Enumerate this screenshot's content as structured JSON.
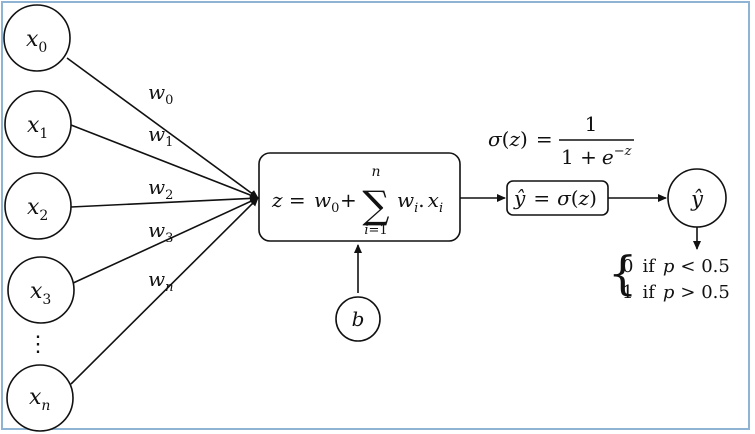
{
  "inputs": [
    {
      "base": "x",
      "sub": "0"
    },
    {
      "base": "x",
      "sub": "1"
    },
    {
      "base": "x",
      "sub": "2"
    },
    {
      "base": "x",
      "sub": "3"
    },
    {
      "base": "x",
      "sub": "n"
    }
  ],
  "ellipsis": "⋮",
  "weights": [
    {
      "base": "w",
      "sub": "0"
    },
    {
      "base": "w",
      "sub": "1"
    },
    {
      "base": "w",
      "sub": "2"
    },
    {
      "base": "w",
      "sub": "3"
    },
    {
      "base": "w",
      "sub": "n"
    }
  ],
  "sum_box": {
    "lhs": "z =",
    "w0": "w",
    "w0_sub": "0",
    "plus": "+",
    "sigma": "∑",
    "upper": "n",
    "lower_i": "i",
    "lower_eq": "=1",
    "term_w": "w",
    "term_w_sub": "i",
    "dot": ".",
    "term_x": "x",
    "term_x_sub": "i"
  },
  "bias": "b",
  "sigmoid_formula": {
    "lhs_sigma": "σ",
    "lhs_open": "(",
    "lhs_z": "z",
    "lhs_close": ")",
    "eq": "=",
    "numerator": "1",
    "den_prefix": "1 +",
    "den_e": "e",
    "den_exp": "−z"
  },
  "activation_box": {
    "yhat": "ŷ",
    "eq": "=",
    "sigma": "σ",
    "open": "(",
    "z": "z",
    "close": ")"
  },
  "output": "ŷ",
  "decision": {
    "brace": "{",
    "line1_val": "0",
    "line1_if": "if",
    "line1_p": "p",
    "line1_cond": "< 0.5",
    "line2_val": "1",
    "line2_if": "if",
    "line2_p": "p",
    "line2_cond": "> 0.5"
  }
}
